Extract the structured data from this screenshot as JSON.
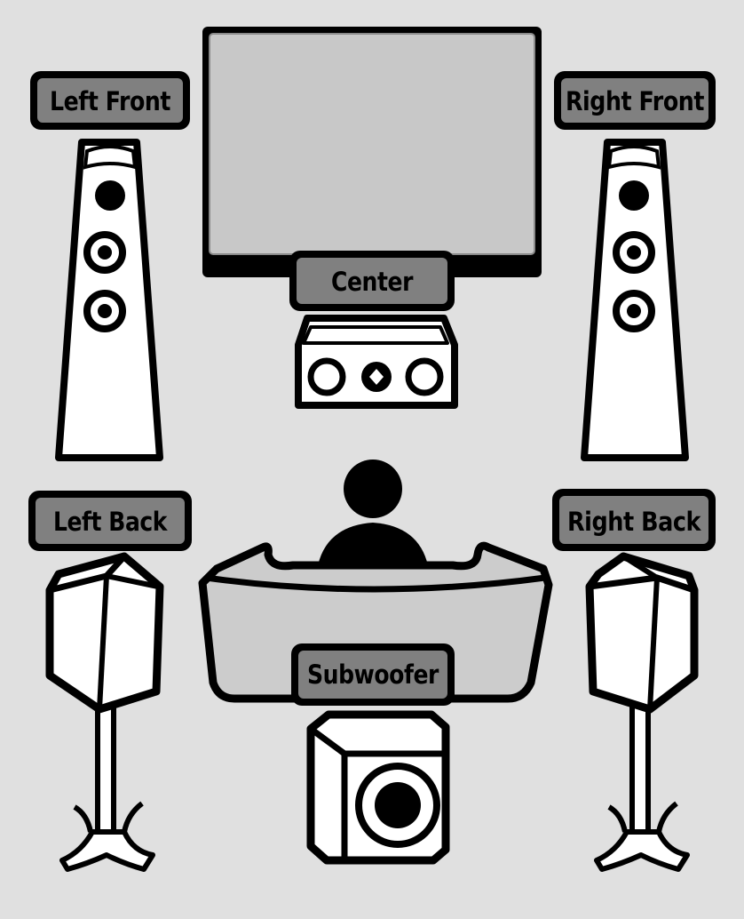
{
  "labels": {
    "left_front": "Left Front",
    "right_front": "Right Front",
    "center": "Center",
    "left_back": "Left Back",
    "right_back": "Right Back",
    "subwoofer": "Subwoofer"
  },
  "colors": {
    "background": "#e0e0e0",
    "label_fill": "#808080",
    "screen_fill": "#c8c8c8",
    "speaker_fill": "#ffffff",
    "outline": "#000000"
  }
}
